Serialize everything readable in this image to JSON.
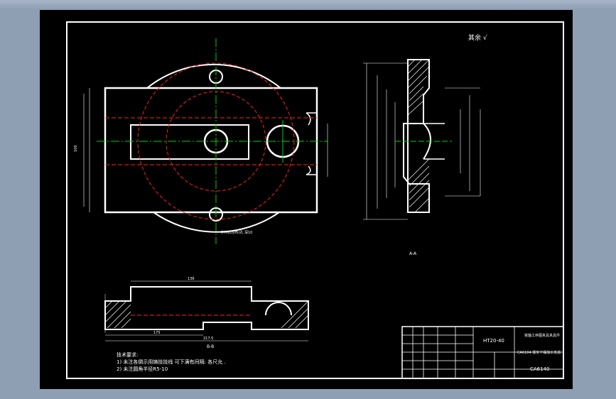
{
  "drawing": {
    "surface_mark": "其余 √",
    "section_aa_label": "A-A",
    "section_bb_label": "B-B",
    "tech_requirements": {
      "title": "技术要求:",
      "line1": "1) 未注各倒示用铸技技线 可下满有间隔: 各尺允 .",
      "line2": "2) 未注圆角半径R5-10"
    },
    "title_block": {
      "material": "HT20-40",
      "part_name": "铣轴工序图夹具夹具件",
      "drawing_title": "CA6104 拨叉下端加工夹具",
      "product": "CA6140"
    },
    "dims": {
      "plan_left_dim": "100",
      "plan_bottom_note": "6-M8(均布)孔 深10",
      "side_top_dim": "136",
      "side_bottom_dim": "175",
      "side_total_dim": "217.5"
    }
  },
  "colors": {
    "background": "#000000",
    "outline": "#ffffff",
    "hidden_line": "#ff2020",
    "centerline": "#00d000",
    "frame": "#ffffff",
    "app_chrome": "#8e9fb3"
  }
}
